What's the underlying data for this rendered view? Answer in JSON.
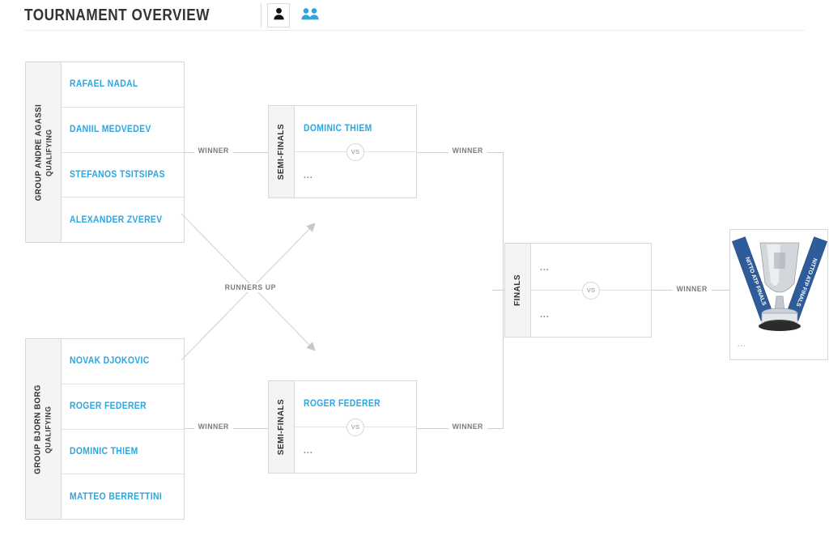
{
  "header": {
    "title": "TOURNAMENT OVERVIEW",
    "toggles": [
      {
        "icon": "single-person-icon",
        "label": "Singles view",
        "selected": true
      },
      {
        "icon": "double-person-icon",
        "label": "Doubles view",
        "selected": false
      }
    ]
  },
  "colors": {
    "player_blue": "#2ba6e0",
    "line_gray": "#cfcfcf",
    "panel_gray": "#f4f4f4",
    "text_dark": "#303030",
    "label_gray": "#7c7c7c"
  },
  "groups": [
    {
      "name": "GROUP ANDRE AGASSI",
      "stage": "QUALIFYING",
      "players": [
        "RAFAEL NADAL",
        "DANIIL MEDVEDEV",
        "STEFANOS TSITSIPAS",
        "ALEXANDER ZVEREV"
      ]
    },
    {
      "name": "GROUP BJORN BORG",
      "stage": "QUALIFYING",
      "players": [
        "NOVAK DJOKOVIC",
        "ROGER FEDERER",
        "DOMINIC THIEM",
        "MATTEO BERRETTINI"
      ]
    }
  ],
  "semifinals": [
    {
      "stage_label": "SEMI-FINALS",
      "top_player": "DOMINIC THIEM",
      "bottom_player": "...",
      "vs": "VS"
    },
    {
      "stage_label": "SEMI-FINALS",
      "top_player": "ROGER FEDERER",
      "bottom_player": "...",
      "vs": "VS"
    }
  ],
  "finals": {
    "stage_label": "FINALS",
    "top_player": "...",
    "bottom_player": "...",
    "vs": "VS"
  },
  "connectors": {
    "group_a_winner": "WINNER",
    "group_b_winner": "WINNER",
    "semi_top_winner": "WINNER",
    "semi_bottom_winner": "WINNER",
    "final_winner": "WINNER",
    "runners_up": "RUNNERS UP"
  },
  "trophy": {
    "alt": "Nitto ATP Finals trophy",
    "ribbon_text": "NITTO ATP FINALS",
    "caption": "..."
  }
}
